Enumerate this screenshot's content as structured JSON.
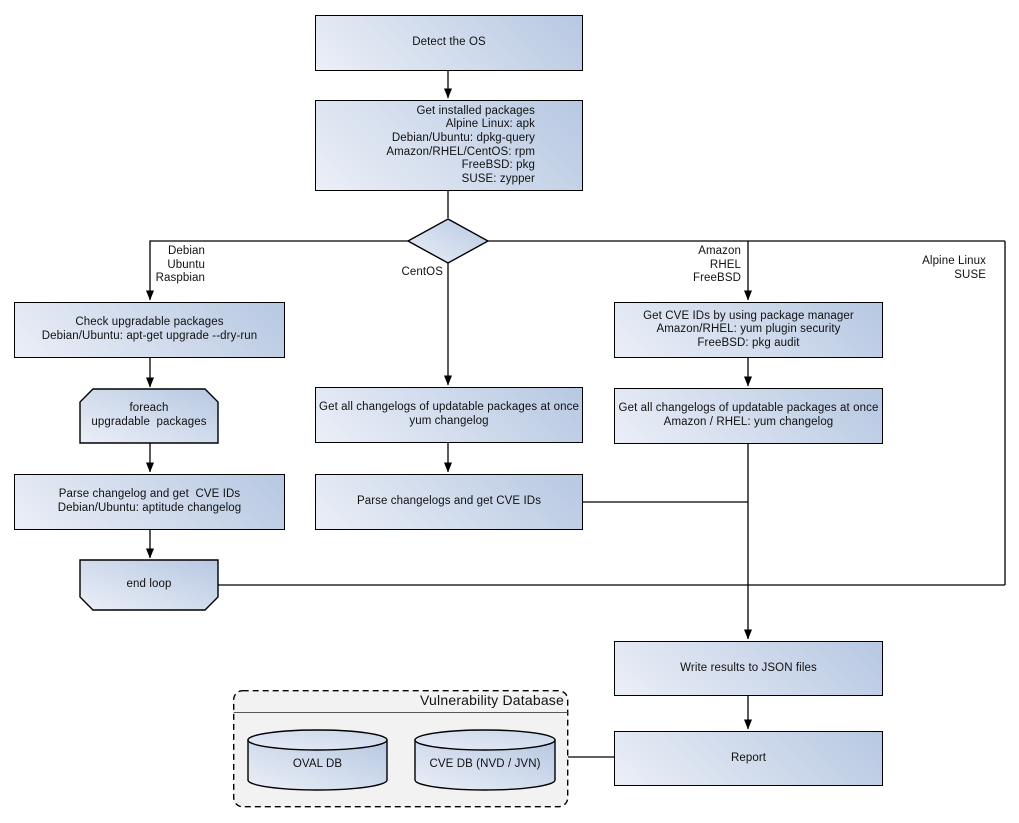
{
  "title": "OS package vulnerability scan flowchart",
  "colors": {
    "shape_fill_light": "#ebeff7",
    "shape_fill_dark": "#b7c8e2",
    "shape_border": "#000000",
    "container_fill": "#f2f2f2",
    "text": "#111111",
    "background": "#ffffff"
  },
  "nodes": {
    "detect_os": {
      "lines": [
        "Detect the OS"
      ]
    },
    "get_installed": {
      "lines": [
        "Get installed packages",
        "Alpine Linux: apk",
        "Debian/Ubuntu: dpkg-query",
        "Amazon/RHEL/CentOS: rpm",
        "FreeBSD: pkg",
        "SUSE: zypper"
      ]
    },
    "check_upgradable": {
      "lines": [
        "Check upgradable packages",
        "Debian/Ubuntu: apt-get upgrade --dry-run"
      ]
    },
    "foreach_loop": {
      "lines": [
        "foreach",
        "upgradable  packages"
      ]
    },
    "parse_changelog_deb": {
      "lines": [
        "Parse changelog and get  CVE IDs",
        "Debian/Ubuntu: aptitude changelog"
      ]
    },
    "end_loop": {
      "lines": [
        "end loop"
      ]
    },
    "get_changelogs_yum": {
      "lines": [
        "Get all changelogs of updatable packages at once",
        "yum changelog"
      ]
    },
    "parse_changelogs_cve": {
      "lines": [
        "Parse changelogs and get CVE IDs"
      ]
    },
    "get_cve_pkg_mgr": {
      "lines": [
        "Get CVE IDs by using package manager",
        "Amazon/RHEL: yum plugin security",
        "FreeBSD: pkg audit"
      ]
    },
    "get_changelogs_amazon": {
      "lines": [
        "Get all changelogs of updatable packages at once",
        "Amazon / RHEL: yum changelog"
      ]
    },
    "write_results": {
      "lines": [
        "Write results to JSON files"
      ]
    },
    "report": {
      "lines": [
        "Report"
      ]
    }
  },
  "edge_labels": {
    "debian": {
      "lines": [
        "Debian",
        "Ubuntu",
        "Raspbian"
      ]
    },
    "centos": {
      "lines": [
        "CentOS"
      ]
    },
    "amazon": {
      "lines": [
        "Amazon",
        "RHEL",
        "FreeBSD"
      ]
    },
    "alpine": {
      "lines": [
        "Alpine Linux",
        "SUSE"
      ]
    }
  },
  "database": {
    "title": "Vulnerability Database",
    "cylinders": [
      {
        "label": "OVAL DB"
      },
      {
        "label": "CVE DB (NVD / JVN)"
      }
    ]
  }
}
